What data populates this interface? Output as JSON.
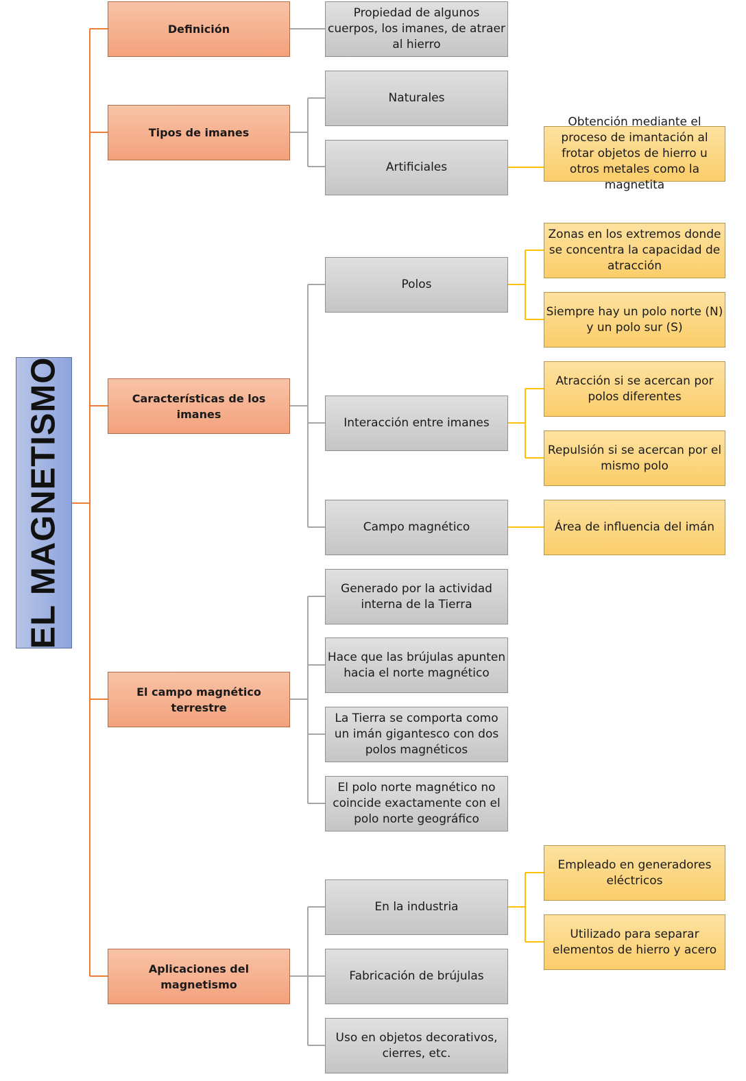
{
  "title": "EL MAGNETISMO",
  "categories": {
    "definicion": "Definición",
    "tipos": "Tipos de imanes",
    "caracteristicas": "Características  de los imanes",
    "campo_terrestre": "El campo magnético terrestre",
    "aplicaciones": "Aplicaciones del magnetismo"
  },
  "definicion_items": {
    "propiedad": "Propiedad de algunos cuerpos, los imanes, de atraer al hierro"
  },
  "tipos_items": {
    "naturales": "Naturales",
    "artificiales": "Artificiales",
    "artificiales_detalle": "Obtención mediante el proceso de imantación al frotar objetos de hierro u otros metales como la magnetita"
  },
  "caracteristicas_items": {
    "polos": "Polos",
    "polos_detalle_1": "Zonas en los extremos donde se concentra la capacidad de atracción",
    "polos_detalle_2": "Siempre hay un polo norte (N) y un polo sur (S)",
    "interaccion": "Interacción entre imanes",
    "interaccion_detalle_1": "Atracción si se acercan por polos diferentes",
    "interaccion_detalle_2": "Repulsión si se acercan por el mismo polo",
    "campo": "Campo magnético",
    "campo_detalle": "Área de influencia del imán"
  },
  "campo_terrestre_items": {
    "generado": "Generado por la actividad interna de la Tierra",
    "brujulas": "Hace que las brújulas apunten hacia el norte magnético",
    "tierra_iman": "La Tierra se comporta como un imán gigantesco con dos polos magnéticos",
    "polo_norte": "El polo norte magnético no coincide exactamente con el polo norte geográfico"
  },
  "aplicaciones_items": {
    "industria": "En la industria",
    "industria_detalle_1": "Empleado en generadores eléctricos",
    "industria_detalle_2": "Utilizado para separar elementos de hierro y acero",
    "brujulas": "Fabricación de brújulas",
    "decorativos": "Uso en objetos decorativos, cierres, etc."
  },
  "colors": {
    "orange_connector": "#ed7d31",
    "gray_connector": "#a5a5a5",
    "yellow_connector": "#ffc000"
  }
}
